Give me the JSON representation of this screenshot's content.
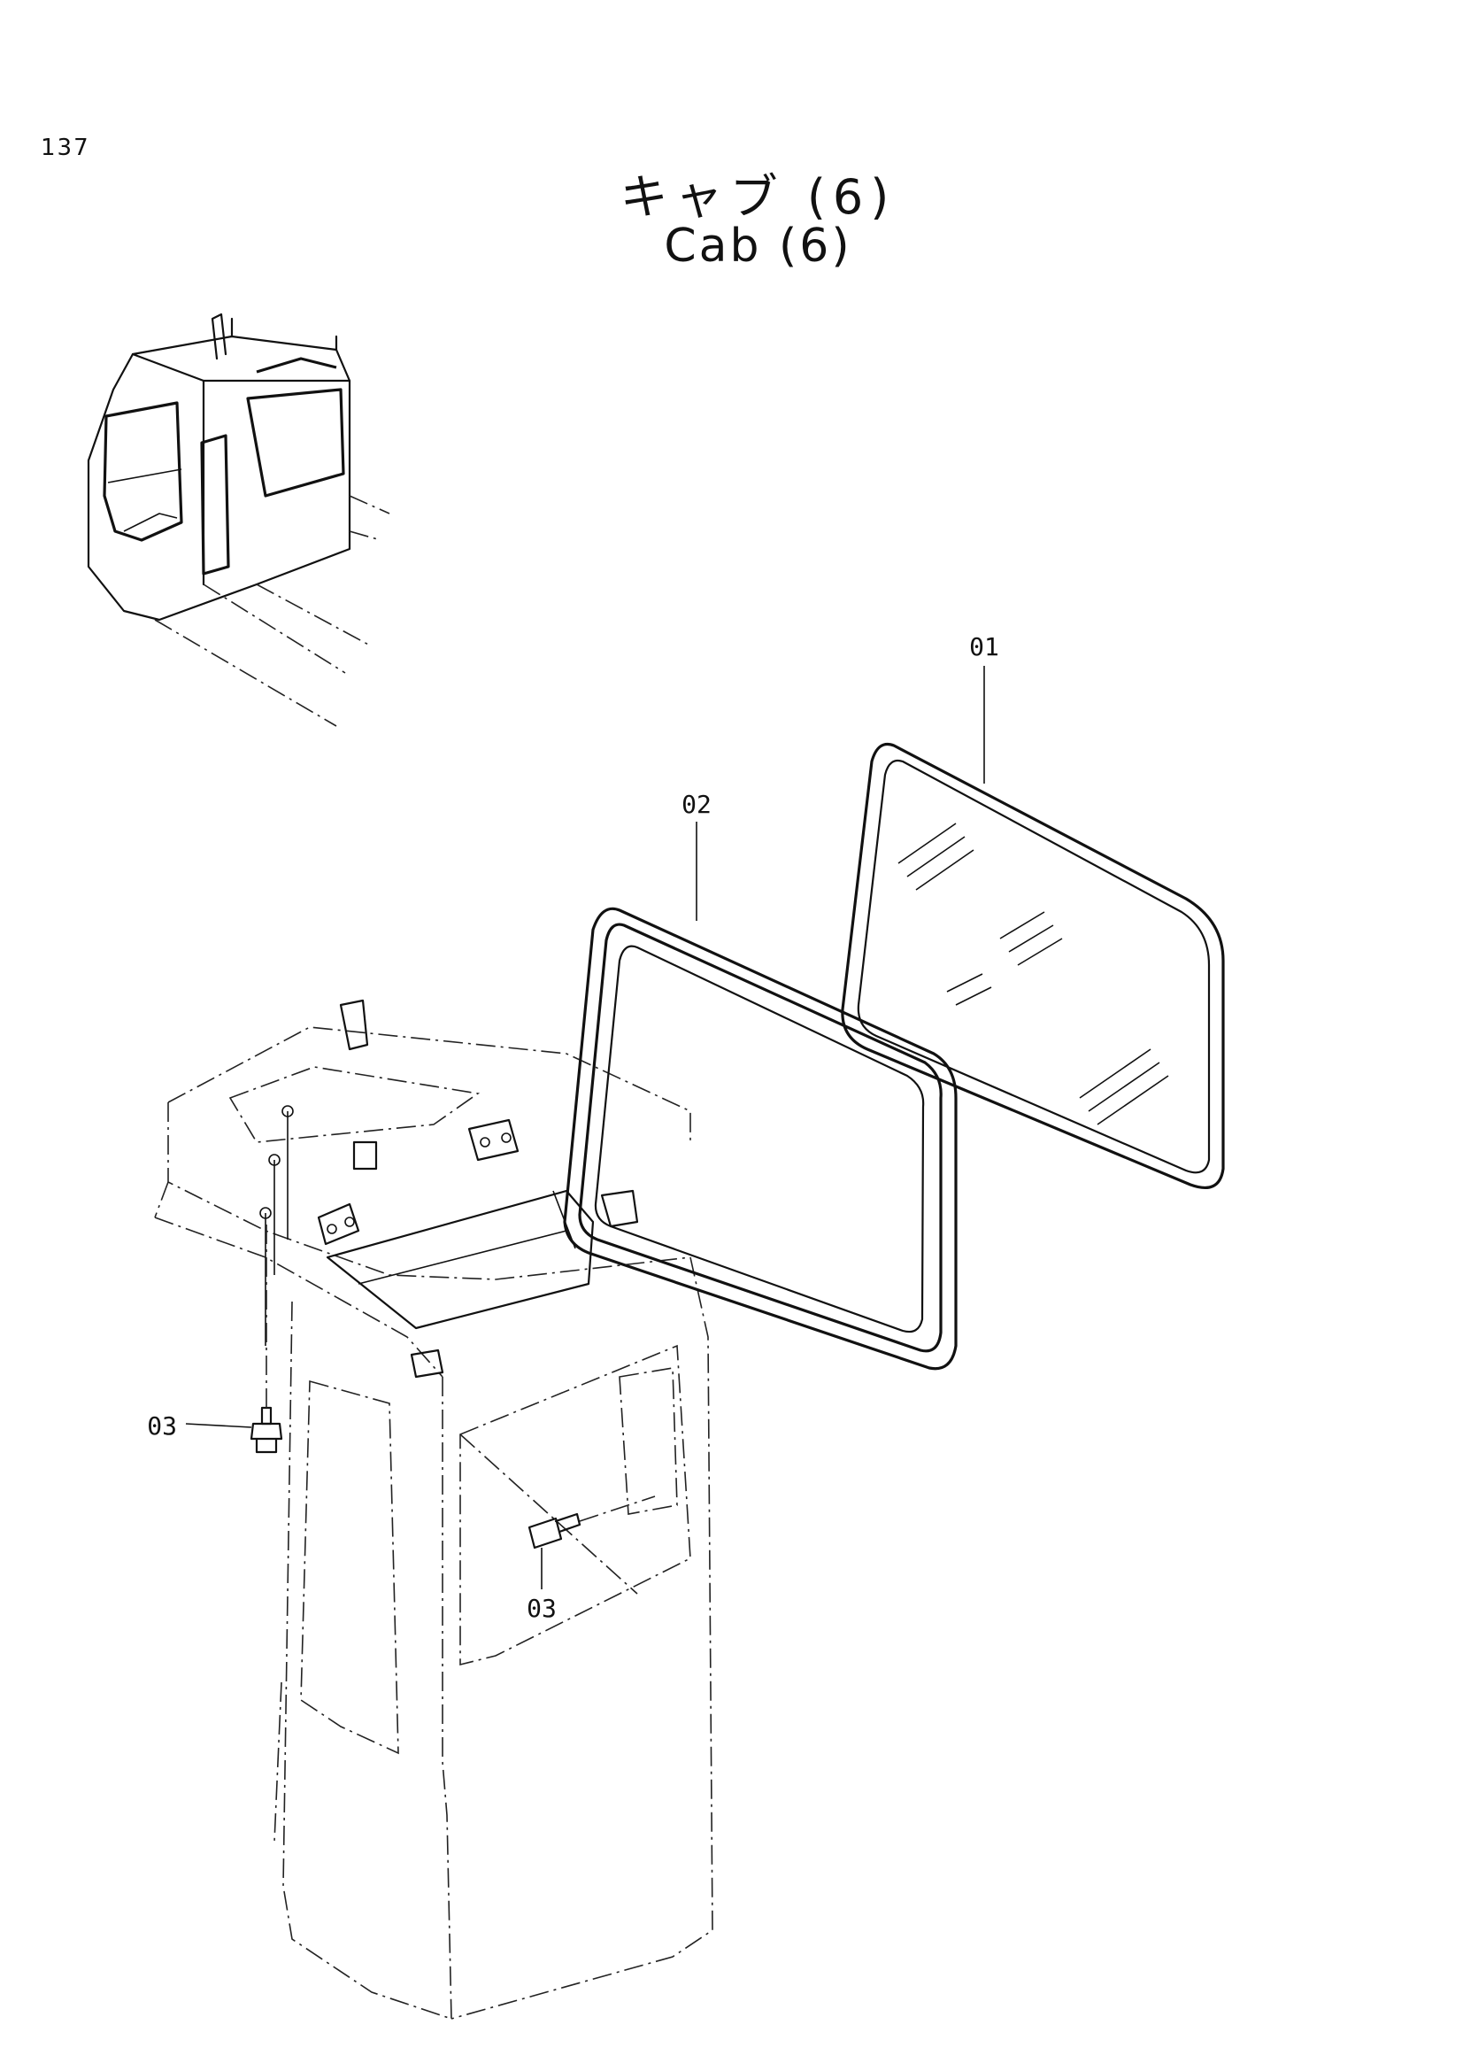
{
  "page": {
    "number": "137"
  },
  "title": {
    "japanese": "キャブ (6)",
    "english": "Cab (6)"
  },
  "callouts": [
    {
      "id": "glass",
      "label": "01"
    },
    {
      "id": "seal",
      "label": "02"
    },
    {
      "id": "bolt-left",
      "label": "03"
    },
    {
      "id": "bolt-right",
      "label": "03"
    }
  ]
}
